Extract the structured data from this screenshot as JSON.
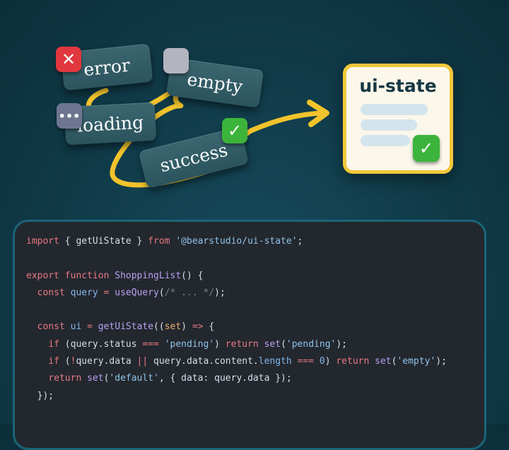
{
  "illustration": {
    "states": [
      {
        "label": "error",
        "icon": "x-icon",
        "color": "#e0383e"
      },
      {
        "label": "empty",
        "icon": "blank-square-icon",
        "color": "#b4b4c0"
      },
      {
        "label": "loading",
        "icon": "ellipsis-icon",
        "color": "#6e7590"
      },
      {
        "label": "success",
        "icon": "check-icon",
        "color": "#3cb43c"
      }
    ],
    "card_title": "ui-state",
    "card_icon": "check-icon",
    "accent": "#f2c73a"
  },
  "code": {
    "lines": [
      [
        [
          "kw",
          "import"
        ],
        [
          "pl",
          " { getUiState } "
        ],
        [
          "kw",
          "from"
        ],
        [
          "pl",
          " "
        ],
        [
          "str",
          "'@bearstudio/ui-state'"
        ],
        [
          "pl",
          ";"
        ]
      ],
      [],
      [
        [
          "kw",
          "export"
        ],
        [
          "pl",
          " "
        ],
        [
          "kw",
          "function"
        ],
        [
          "pl",
          " "
        ],
        [
          "fn",
          "ShoppingList"
        ],
        [
          "pl",
          "() {"
        ]
      ],
      [
        [
          "pl",
          "  "
        ],
        [
          "kw",
          "const"
        ],
        [
          "pl",
          " "
        ],
        [
          "var",
          "query"
        ],
        [
          "pl",
          " "
        ],
        [
          "op",
          "="
        ],
        [
          "pl",
          " "
        ],
        [
          "fn",
          "useQuery"
        ],
        [
          "pl",
          "("
        ],
        [
          "cm",
          "/* ... */"
        ],
        [
          "pl",
          ");"
        ]
      ],
      [],
      [
        [
          "pl",
          "  "
        ],
        [
          "kw",
          "const"
        ],
        [
          "pl",
          " "
        ],
        [
          "var",
          "ui"
        ],
        [
          "pl",
          " "
        ],
        [
          "op",
          "="
        ],
        [
          "pl",
          " "
        ],
        [
          "fn",
          "getUiState"
        ],
        [
          "pl",
          "(("
        ],
        [
          "param",
          "set"
        ],
        [
          "pl",
          ") "
        ],
        [
          "op",
          "=>"
        ],
        [
          "pl",
          " {"
        ]
      ],
      [
        [
          "pl",
          "    "
        ],
        [
          "kw",
          "if"
        ],
        [
          "pl",
          " (query.status "
        ],
        [
          "op",
          "==="
        ],
        [
          "pl",
          " "
        ],
        [
          "str",
          "'pending'"
        ],
        [
          "pl",
          ") "
        ],
        [
          "kw",
          "return"
        ],
        [
          "pl",
          " "
        ],
        [
          "fn",
          "set"
        ],
        [
          "pl",
          "("
        ],
        [
          "str",
          "'pending'"
        ],
        [
          "pl",
          ");"
        ]
      ],
      [
        [
          "pl",
          "    "
        ],
        [
          "kw",
          "if"
        ],
        [
          "pl",
          " ("
        ],
        [
          "op",
          "!"
        ],
        [
          "pl",
          "query.data "
        ],
        [
          "op",
          "||"
        ],
        [
          "pl",
          " query.data.content."
        ],
        [
          "var",
          "length"
        ],
        [
          "pl",
          " "
        ],
        [
          "op",
          "==="
        ],
        [
          "pl",
          " "
        ],
        [
          "num",
          "0"
        ],
        [
          "pl",
          ") "
        ],
        [
          "kw",
          "return"
        ],
        [
          "pl",
          " "
        ],
        [
          "fn",
          "set"
        ],
        [
          "pl",
          "("
        ],
        [
          "str",
          "'empty'"
        ],
        [
          "pl",
          ");"
        ]
      ],
      [
        [
          "pl",
          "    "
        ],
        [
          "kw",
          "return"
        ],
        [
          "pl",
          " "
        ],
        [
          "fn",
          "set"
        ],
        [
          "pl",
          "("
        ],
        [
          "str",
          "'default'"
        ],
        [
          "pl",
          ", { data: query.data });"
        ]
      ],
      [
        [
          "pl",
          "  });"
        ]
      ]
    ]
  }
}
